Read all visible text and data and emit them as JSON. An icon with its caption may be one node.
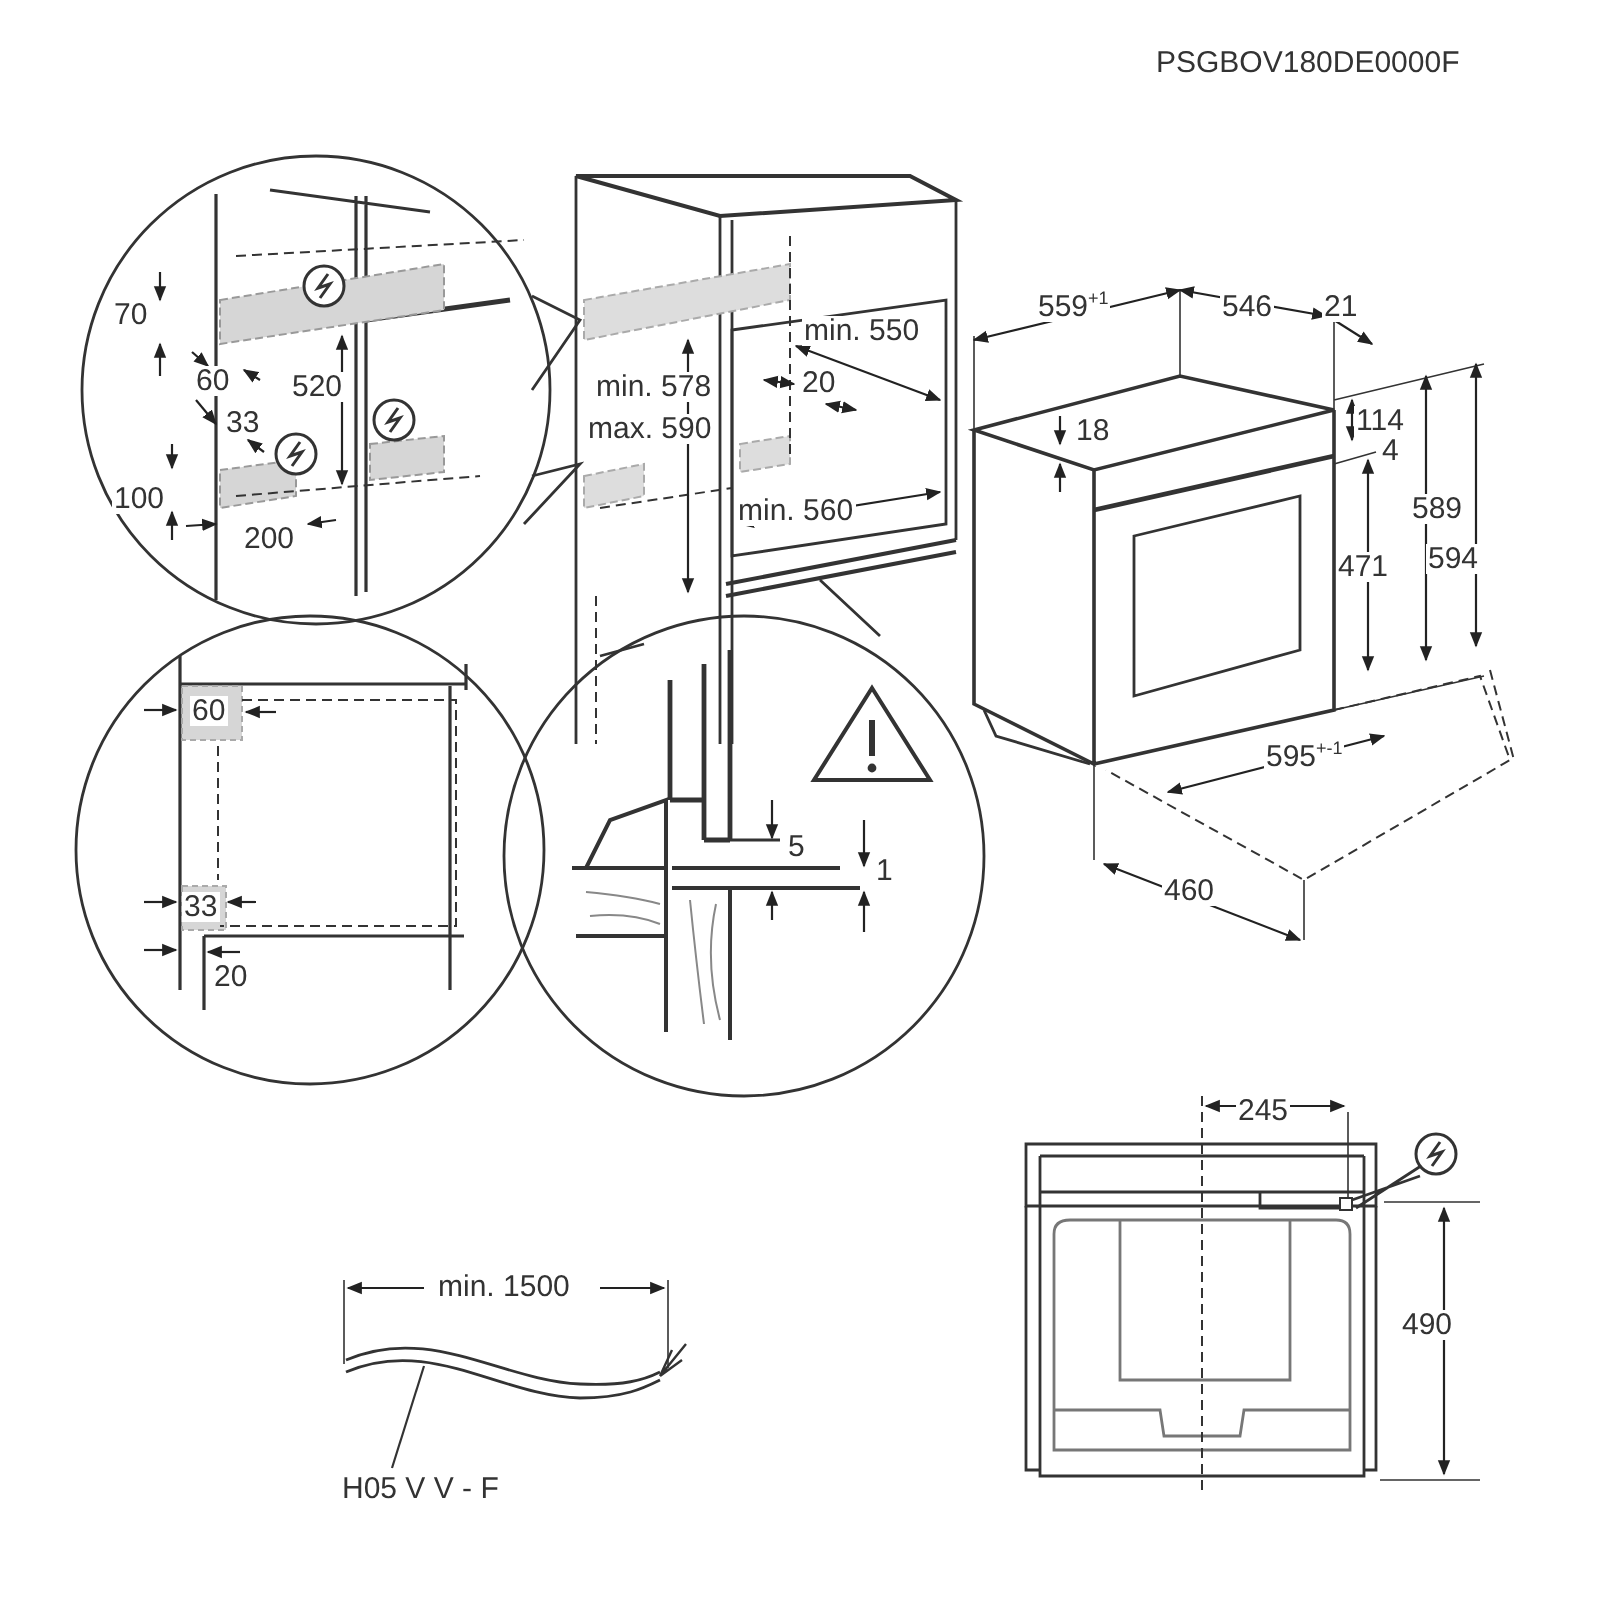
{
  "diagram": {
    "nodes": [
      {
        "text": [
          "H05 V V - F"
        ]
      },
      {
        "text": [],
        "shape": "picture"
      }
    ],
    "edges": [
      {
        "from": 0,
        "to": 1,
        "arrow": "none"
      }
    ],
    "labels": [
      "PSGBOV180DE0000F",
      "70",
      "60",
      "520",
      "33",
      "100",
      "200",
      "min. 550",
      "min. 578",
      "20",
      "max. 590",
      "min. 560",
      "559$^{+1}$",
      "546",
      "21",
      "18",
      "114",
      "4",
      "471",
      "589",
      "594",
      "595$^{+-1}$",
      "460",
      "60",
      "33",
      "20",
      "5",
      "1",
      "245",
      "490",
      "min. 1500"
    ]
  }
}
